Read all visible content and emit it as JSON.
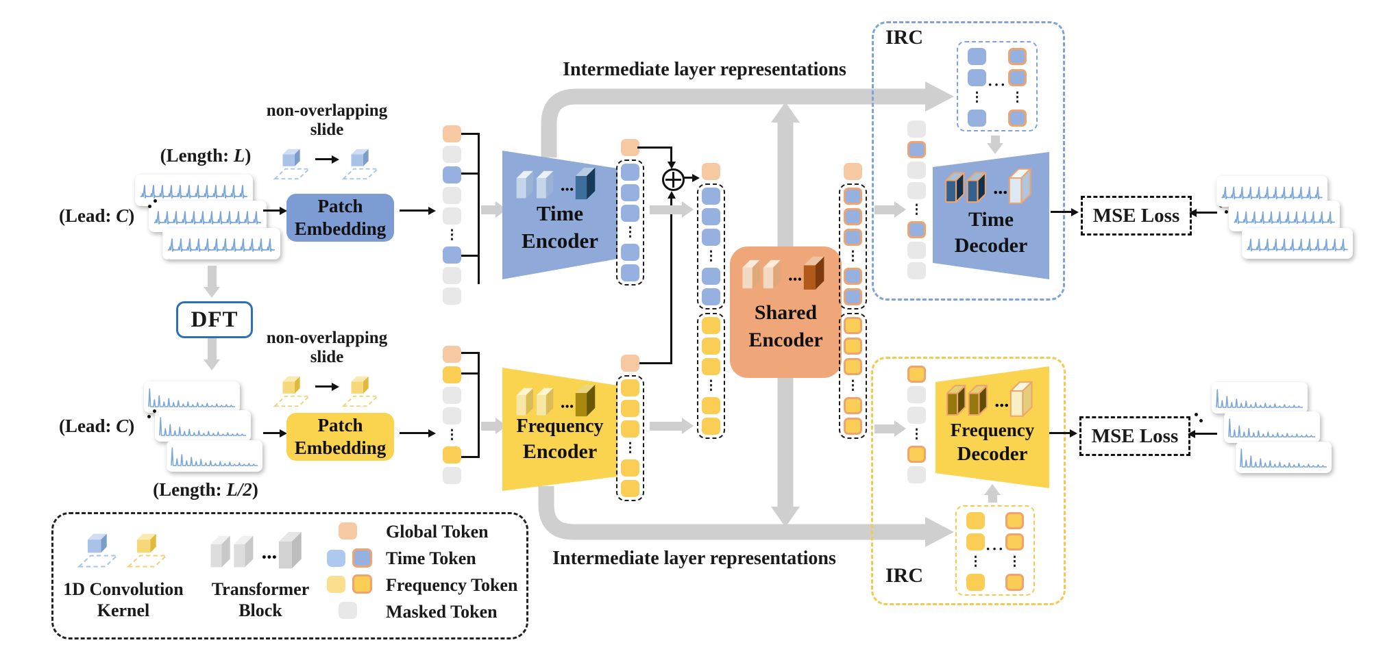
{
  "colors": {
    "global_token": "#F7C9A3",
    "time_token": "#96B0DF",
    "time_token_light": "#AFC8EE",
    "frequency_token": "#FACD55",
    "frequency_token_light": "#FBDF8F",
    "masked_token": "#E8E8E8",
    "token_outline": "#EDA46F",
    "time_module": "#8FA9D9",
    "frequency_module": "#FBD44F",
    "shared_module": "#EFA678",
    "patch_time": "#7E9CD4",
    "patch_frequency": "#FBD44F",
    "dft_border": "#2D6FB7",
    "irc_time_border": "#7FA2DB",
    "irc_frequency_border": "#F5C94E",
    "path_gray": "#CFCFCF",
    "signal_blue": "#7AA6D9"
  },
  "glyphs": {
    "vdots": "⋮",
    "hdots": "···"
  },
  "inputs": {
    "time": {
      "length": {
        "prefix": "(Length: ",
        "var": "L",
        "suffix": ")"
      },
      "lead": {
        "prefix": "(Lead: ",
        "var": "C",
        "suffix": ")"
      }
    },
    "freq": {
      "length": {
        "prefix": "(Length: ",
        "var": "L/2",
        "suffix": ")"
      },
      "lead": {
        "prefix": "(Lead: ",
        "var": "C",
        "suffix": ")"
      }
    },
    "dft": "DFT"
  },
  "patch": {
    "note_line1": "non-overlapping",
    "note_line2": "slide",
    "label_line1": "Patch",
    "label_line2": "Embedding"
  },
  "modules": {
    "time_encoder": [
      "Time",
      "Encoder"
    ],
    "frequency_encoder": [
      "Frequency",
      "Encoder"
    ],
    "shared_encoder": [
      "Shared",
      "Encoder"
    ],
    "time_decoder": [
      "Time",
      "Decoder"
    ],
    "frequency_decoder": [
      "Frequency",
      "Decoder"
    ]
  },
  "ilr": {
    "top": "Intermediate layer representations",
    "bottom": "Intermediate layer representations"
  },
  "irc": {
    "top": "IRC",
    "bottom": "IRC"
  },
  "loss": {
    "top": "MSE Loss",
    "bottom": "MSE Loss"
  },
  "legend": {
    "conv_line1": "1D Convolution",
    "conv_line2": "Kernel",
    "transformer_line1": "Transformer",
    "transformer_line2": "Block",
    "items": [
      {
        "label": "Global Token"
      },
      {
        "label": "Time Token"
      },
      {
        "label": "Frequency Token"
      },
      {
        "label": "Masked Token"
      }
    ]
  },
  "tokens": {
    "time_input": [
      {
        "frame": "none",
        "items": [
          "global",
          "masked",
          "time",
          "masked",
          "masked",
          "dots",
          "time",
          "masked",
          "masked"
        ]
      }
    ],
    "freq_input": [
      {
        "frame": "none",
        "items": [
          "global",
          "freq",
          "masked",
          "masked",
          "dots",
          "freq",
          "masked"
        ]
      }
    ],
    "time_encoder_out": [
      {
        "frame": "none",
        "items": [
          "global"
        ]
      },
      {
        "frame": "black",
        "items": [
          "time",
          "time",
          "time",
          "dots",
          "time",
          "time"
        ]
      }
    ],
    "freq_encoder_out": [
      {
        "frame": "none",
        "items": [
          "global"
        ]
      },
      {
        "frame": "black",
        "items": [
          "freq",
          "freq",
          "freq",
          "dots",
          "freq",
          "freq"
        ]
      }
    ],
    "fused": [
      {
        "frame": "none",
        "items": [
          "global"
        ]
      },
      {
        "frame": "black",
        "items": [
          "time",
          "time",
          "time",
          "dots",
          "time",
          "time"
        ]
      },
      {
        "frame": "black",
        "items": [
          "freq",
          "freq",
          "freq",
          "dots",
          "freq",
          "freq"
        ]
      }
    ],
    "shared_out": [
      {
        "frame": "none",
        "items": [
          "global"
        ]
      },
      {
        "frame": "black",
        "items": [
          "time-o",
          "time-o",
          "time-o",
          "dots",
          "time-o",
          "time-o"
        ]
      },
      {
        "frame": "black",
        "items": [
          "freq-o",
          "freq-o",
          "freq-o",
          "dots",
          "freq-o",
          "freq-o"
        ]
      }
    ],
    "irc_time_column": [
      {
        "frame": "none",
        "items": [
          "masked",
          "time-o",
          "masked",
          "masked",
          "dots",
          "time-o",
          "masked",
          "masked"
        ]
      }
    ],
    "irc_freq_column": [
      {
        "frame": "none",
        "items": [
          "freq-o",
          "masked",
          "masked",
          "dots",
          "freq-o",
          "masked"
        ]
      }
    ],
    "irc_time_grid": {
      "left": [
        "time",
        "time",
        "dots",
        "time"
      ],
      "right": [
        "time-o",
        "time-o",
        "dots",
        "time-o"
      ]
    },
    "irc_freq_grid": {
      "left": [
        "freq",
        "freq",
        "dots",
        "freq"
      ],
      "right": [
        "freq-o",
        "freq-o",
        "dots",
        "freq-o"
      ]
    }
  }
}
